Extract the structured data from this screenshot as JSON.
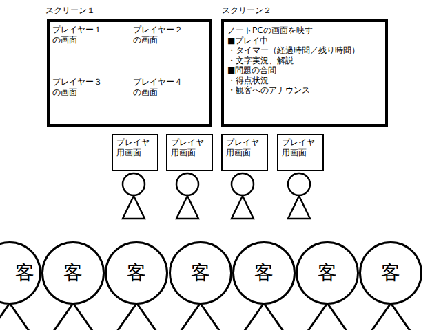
{
  "diagram": {
    "nodes": [
      {
        "text": [
          "スクリーン１"
        ]
      },
      {
        "text": [
          "プレイヤー１ の画面"
        ],
        "in": 0
      },
      {
        "text": [
          "プレイヤー２ の画面"
        ],
        "in": 0
      },
      {
        "text": [
          "プレイヤー３ の画面"
        ],
        "in": 0
      },
      {
        "text": [
          "プレイヤー４ の画面"
        ],
        "in": 0
      },
      {
        "text": [
          "スクリーン２",
          "ノートPCの画面を映す",
          "■プレイ中",
          "・タイマー（経過時間／残り時間）",
          "・文字実況、解説",
          "■問題の合間",
          "・得点状況",
          "・観客へのアナウンス"
        ]
      },
      {
        "text": [
          "プレイヤ 用画面"
        ]
      },
      {
        "text": [
          "プレイヤ 用画面"
        ]
      },
      {
        "text": [
          "プレイヤ 用画面"
        ]
      },
      {
        "text": [
          "プレイヤ 用画面"
        ]
      },
      {
        "text": [
          "客"
        ]
      },
      {
        "text": [
          "客"
        ]
      },
      {
        "text": [
          "客"
        ]
      },
      {
        "text": [
          "客"
        ]
      },
      {
        "text": [
          "客"
        ]
      },
      {
        "text": [
          "客"
        ]
      },
      {
        "text": [
          "客"
        ]
      }
    ]
  }
}
